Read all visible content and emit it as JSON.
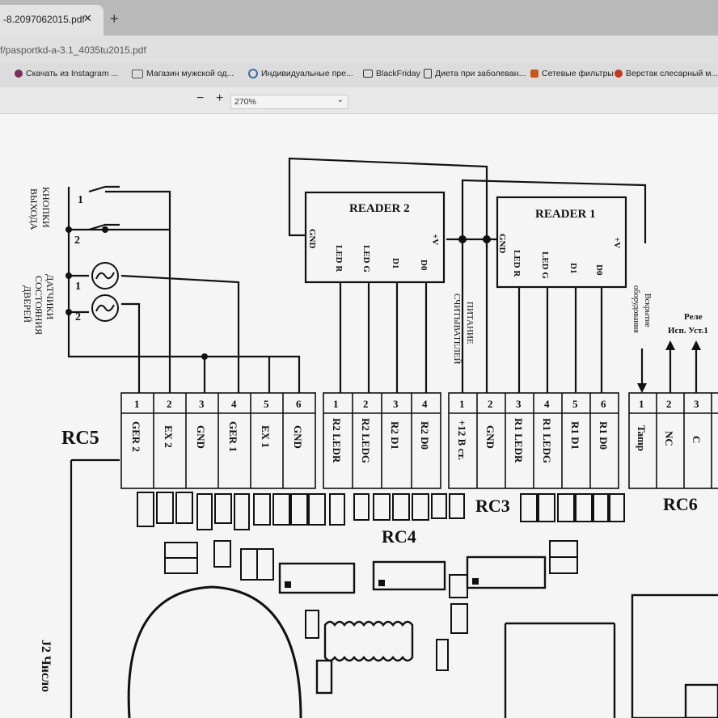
{
  "tab": {
    "title": "-8.2097062015.pdf",
    "close": "✕",
    "new_tab": "+"
  },
  "address": {
    "url": "f/pasportkd-a-3.1_4035tu2015.pdf"
  },
  "bookmarks": [
    {
      "label": "Скачать из Instagram ...",
      "icon": "heart-icon",
      "color": "#7b2f5e"
    },
    {
      "label": "Магазин мужской од...",
      "icon": "st-logo-icon",
      "color": "#555555"
    },
    {
      "label": "Индивидуальные пре...",
      "icon": "globe-icon",
      "color": "#3a6ea5"
    },
    {
      "label": "BlackFriday",
      "icon": "folder-icon",
      "color": "#333333"
    },
    {
      "label": "Диета при заболеван...",
      "icon": "page-icon",
      "color": "#333333"
    },
    {
      "label": "Сетевые фильтры",
      "icon": "shop-icon",
      "color": "#c9561a"
    },
    {
      "label": "Верстак слесарный м...",
      "icon": "shop-logo-icon",
      "color": "#c23b1e"
    }
  ],
  "pdf_toolbar": {
    "zoom_out": "−",
    "zoom_in": "+",
    "zoom_value": "270%",
    "dropdown": "⌄"
  },
  "diagram": {
    "exit_buttons_label": [
      "КНОПКИ",
      "ВЫХОДА"
    ],
    "door_sensors_label": [
      "ДАТЧИКИ",
      "СОСТОЯНИЯ",
      "ДВЕРЕЙ"
    ],
    "switch_numbers": [
      "1",
      "2",
      "1",
      "2"
    ],
    "reader2": {
      "title": "READER 2",
      "pins": [
        "GND",
        "LED R",
        "LED G",
        "D1",
        "D0",
        "+V"
      ]
    },
    "reader1": {
      "title": "READER 1",
      "pins": [
        "GND",
        "LED R",
        "LED G",
        "D1",
        "D0",
        "+V"
      ]
    },
    "power_label": [
      "ПИТАНИЕ",
      "СЧИТЫВАТЕЛЕЙ"
    ],
    "tamper_label": [
      "Вскрытие",
      "оборудования"
    ],
    "relay_label": [
      "Реле",
      "Исп. Уст.1"
    ],
    "rc5": {
      "name": "RC5",
      "numbers": [
        "1",
        "2",
        "3",
        "4",
        "5",
        "6"
      ],
      "pins": [
        "GER 2",
        "EX 2",
        "GND",
        "GER 1",
        "EX 1",
        "GND"
      ]
    },
    "rc4": {
      "name": "RC4",
      "numbers": [
        "1",
        "2",
        "3",
        "4"
      ],
      "pins": [
        "R2 LEDR",
        "R2 LEDG",
        "R2 D1",
        "R2 D0"
      ]
    },
    "rc3": {
      "name": "RC3",
      "numbers": [
        "1",
        "2",
        "3",
        "4",
        "5",
        "6"
      ],
      "pins": [
        "+12 В cт.",
        "GND",
        "R1 LEDR",
        "R1 LEDG",
        "R1 D1",
        "R1 D0"
      ]
    },
    "rc6": {
      "name": "RC6",
      "numbers": [
        "1",
        "2",
        "3"
      ],
      "pins": [
        "Tamp",
        "NC",
        "C"
      ]
    },
    "j2_label": "J2 Число"
  }
}
